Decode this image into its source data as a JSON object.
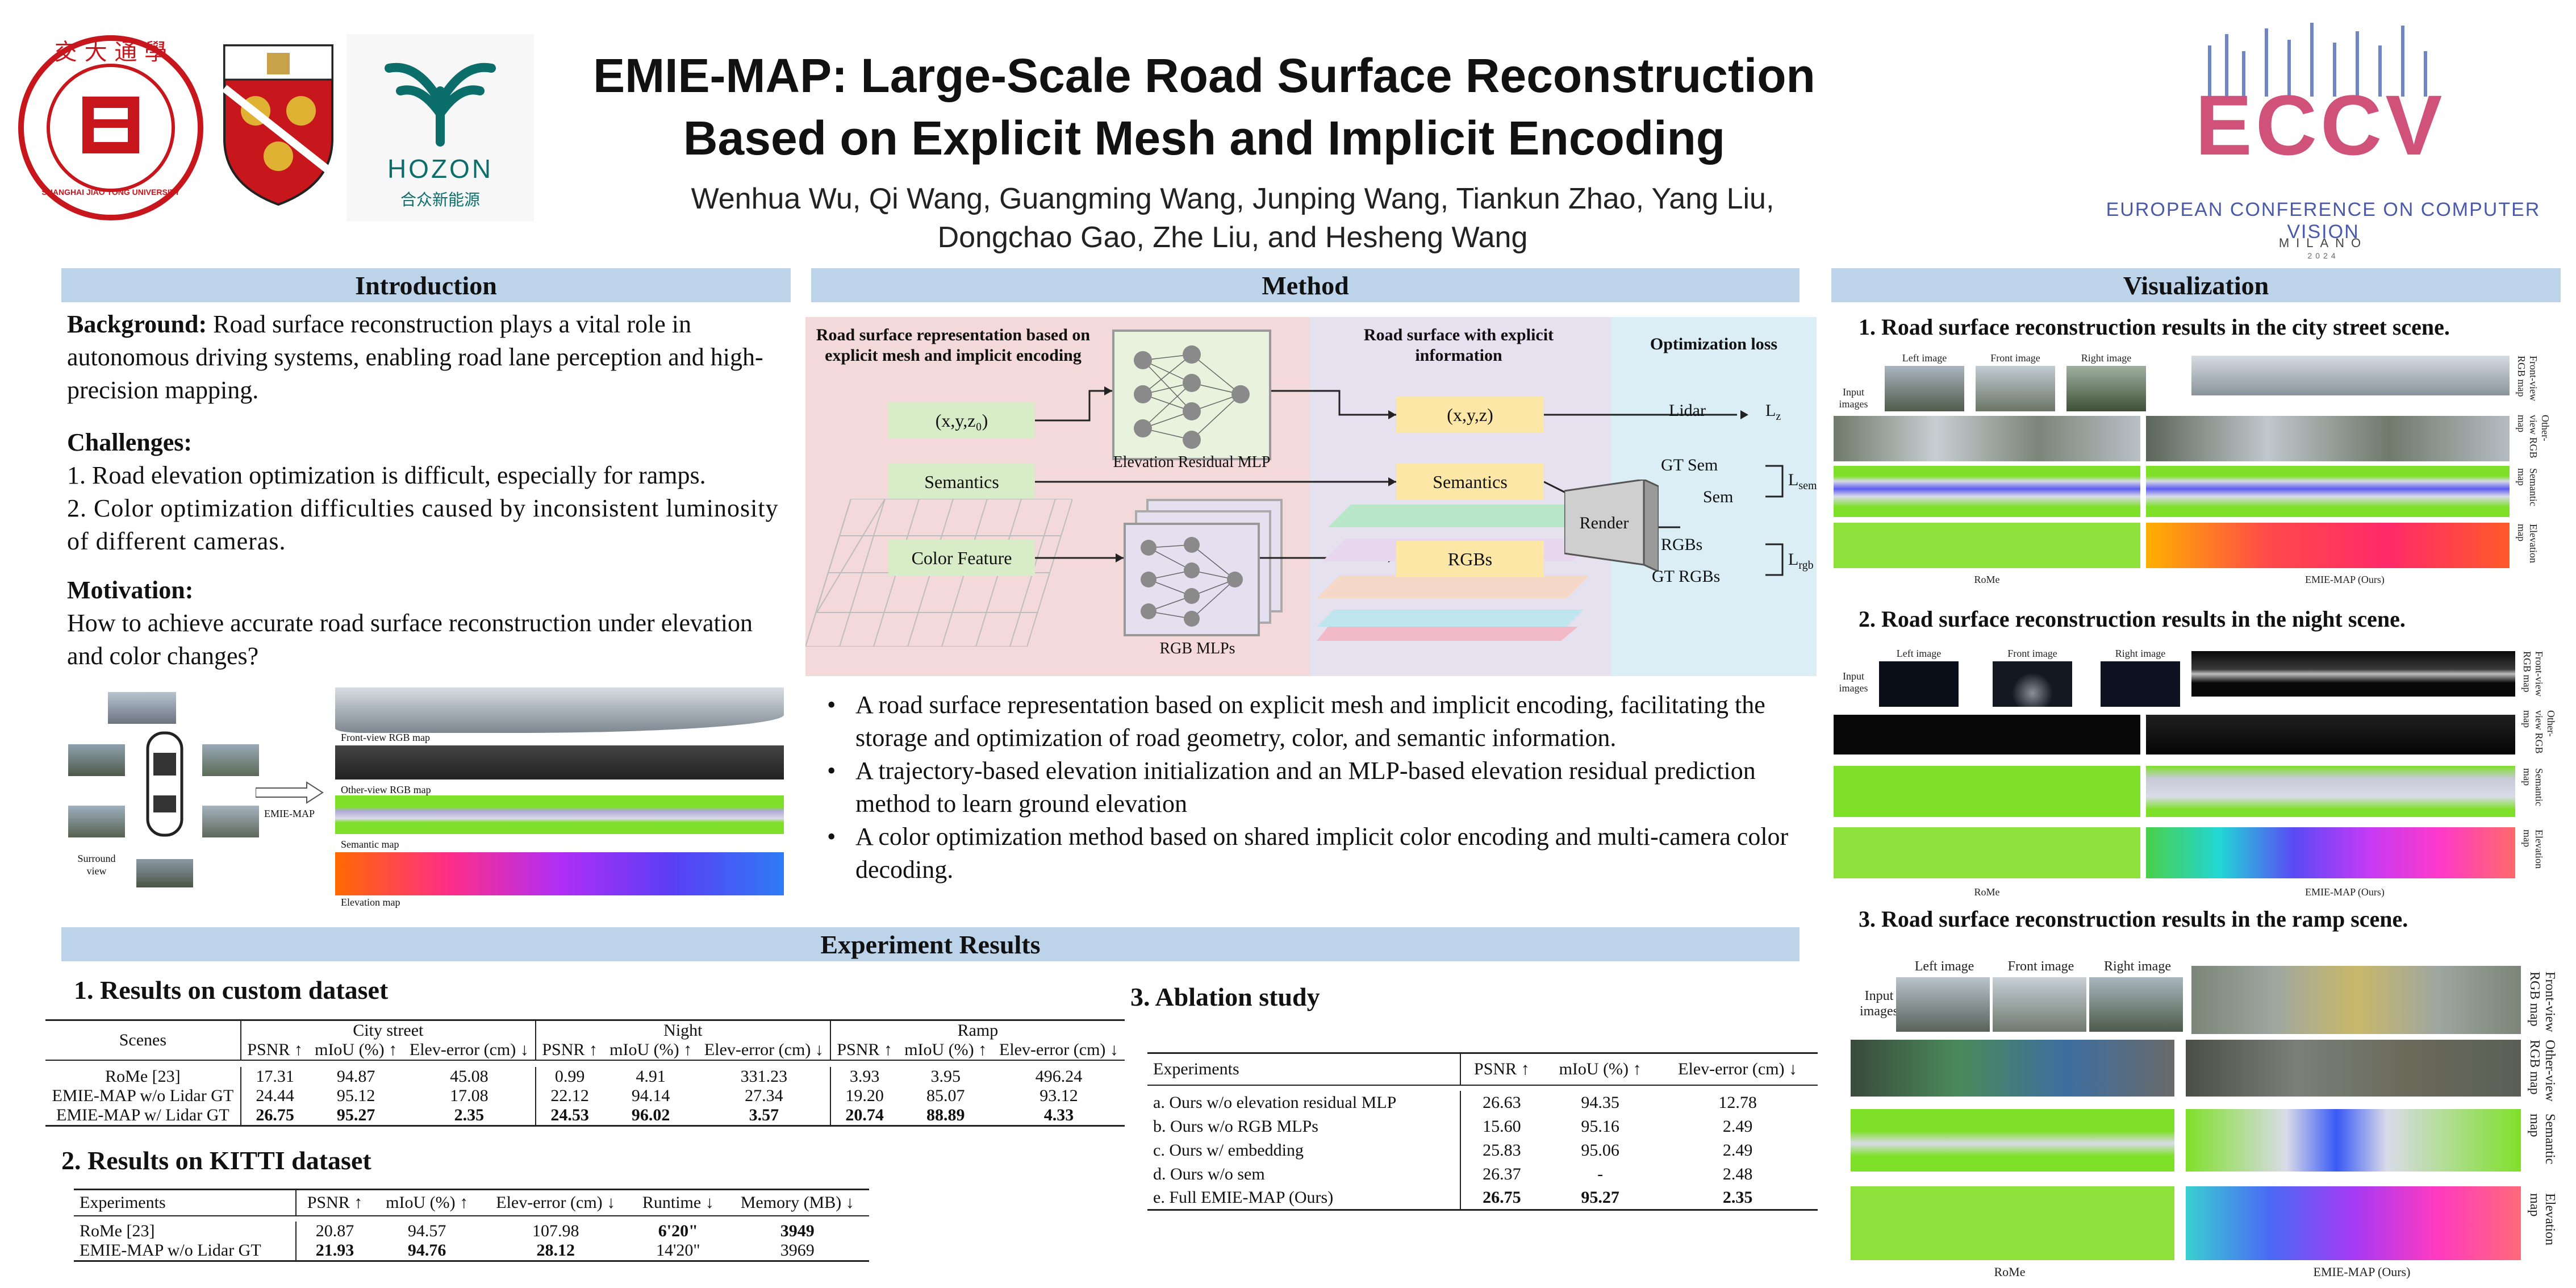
{
  "header": {
    "title_line1": "EMIE-MAP: Large-Scale Road Surface Reconstruction",
    "title_line2": "Based on  Explicit Mesh and Implicit Encoding",
    "authors_line1": "Wenhua Wu, Qi Wang, Guangming Wang, Junping Wang, Tiankun Zhao, Yang Liu,",
    "authors_line2": "Dongchao Gao, Zhe Liu, and Hesheng Wang",
    "logo_sjtu": "SHANGHAI JIAO TONG UNIVERSITY",
    "logo_hozon": "HOZON",
    "logo_hozon_sub": "合众新能源",
    "eccv_word": "ECCV",
    "eccv_full": "EUROPEAN CONFERENCE ON COMPUTER VISION",
    "eccv_city": "MILANO",
    "eccv_year": "2024"
  },
  "intro": {
    "banner": "Introduction",
    "background_label": "Background:",
    "background_text": " Road surface reconstruction plays a vital role in autonomous driving systems, enabling road lane perception and high-precision mapping.",
    "challenges_label": "Challenges:",
    "challenge_1": "1. Road elevation optimization is difficult, especially for ramps.",
    "challenge_2": "2. Color optimization difficulties caused by inconsistent luminosity of different cameras.",
    "motivation_label": "Motivation:",
    "motivation_text": "How to achieve accurate road surface reconstruction under elevation and color changes?",
    "fig_surround": "Surround view",
    "fig_emie": "EMIE-MAP",
    "fig_front": "Front-view RGB map",
    "fig_other": "Other-view RGB map",
    "fig_sem": "Semantic map",
    "fig_elev": "Elevation map"
  },
  "method": {
    "banner": "Method",
    "panel1_title": "Road surface representation based on explicit mesh and implicit encoding",
    "panel2_title": "Road surface with explicit information",
    "panel3_title": "Optimization loss",
    "in_xyz0": "(x,y,z₀)",
    "in_sem": "Semantics",
    "in_color": "Color Feature",
    "mlp_elev": "Elevation Residual MLP",
    "mlp_rgb": "RGB MLPs",
    "out_xyz": "(x,y,z)",
    "out_sem": "Semantics",
    "out_rgb": "RGBs",
    "render": "Render",
    "lidar": "Lidar",
    "gt_sem": "GT Sem",
    "sem": "Sem",
    "rgbs": "RGBs",
    "gt_rgbs": "GT RGBs",
    "loss_z": "Lz",
    "loss_sem": "Lsem",
    "loss_rgb": "Lrgb",
    "bullets": [
      "A road surface representation based on explicit mesh and implicit encoding, facilitating the storage and optimization of road geometry, color, and semantic information.",
      "A trajectory-based elevation initialization and an MLP-based elevation residual prediction method to learn ground elevation",
      "A color optimization method based on shared implicit color encoding and multi-camera color decoding."
    ]
  },
  "experiments": {
    "banner": "Experiment Results",
    "t1_title": "1. Results on custom dataset",
    "t1_groups": [
      "City street",
      "Night",
      "Ramp"
    ],
    "t1_scene_header": "Scenes",
    "t1_metric_headers": [
      "PSNR ↑",
      "mIoU (%) ↑",
      "Elev-error (cm) ↓"
    ],
    "t1_rows": [
      {
        "name": "RoMe  [23]",
        "vals": [
          "17.31",
          "94.87",
          "45.08",
          "0.99",
          "4.91",
          "331.23",
          "3.93",
          "3.95",
          "496.24"
        ]
      },
      {
        "name": "EMIE-MAP w/o Lidar GT",
        "vals": [
          "24.44",
          "95.12",
          "17.08",
          "22.12",
          "94.14",
          "27.34",
          "19.20",
          "85.07",
          "93.12"
        ]
      },
      {
        "name": "EMIE-MAP w/ Lidar GT",
        "vals": [
          "26.75",
          "95.27",
          "2.35",
          "24.53",
          "96.02",
          "3.57",
          "20.74",
          "88.89",
          "4.33"
        ]
      }
    ],
    "t2_title": "2. Results on KITTI dataset",
    "t2_headers": [
      "Experiments",
      "PSNR ↑",
      "mIoU (%) ↑",
      "Elev-error (cm) ↓",
      "Runtime ↓",
      "Memory (MB) ↓"
    ],
    "t2_rows": [
      {
        "name": "RoMe [23]",
        "vals": [
          "20.87",
          "94.57",
          "107.98",
          "6'20\"",
          "3949"
        ]
      },
      {
        "name": "EMIE-MAP w/o Lidar GT",
        "vals": [
          "21.93",
          "94.76",
          "28.12",
          "14'20\"",
          "3969"
        ]
      }
    ],
    "t3_title": "3. Ablation study",
    "t3_headers": [
      "Experiments",
      "PSNR ↑",
      "mIoU (%) ↑",
      "Elev-error (cm) ↓"
    ],
    "t3_rows": [
      {
        "name": "a. Ours w/o elevation residual MLP",
        "vals": [
          "26.63",
          "94.35",
          "12.78"
        ]
      },
      {
        "name": "b. Ours w/o RGB MLPs",
        "vals": [
          "15.60",
          "95.16",
          "2.49"
        ]
      },
      {
        "name": "c. Ours w/ embedding",
        "vals": [
          "25.83",
          "95.06",
          "2.49"
        ]
      },
      {
        "name": "d. Ours w/o sem",
        "vals": [
          "26.37",
          "-",
          "2.48"
        ]
      },
      {
        "name": "e. Full EMIE-MAP (Ours)",
        "vals": [
          "26.75",
          "95.27",
          "2.35"
        ]
      }
    ]
  },
  "visual": {
    "banner": "Visualization",
    "v1_title": "1. Road surface reconstruction results in the city street scene.",
    "v2_title": "2. Road surface reconstruction results in the night scene.",
    "v3_title": "3. Road surface reconstruction results in the ramp scene.",
    "input_images": "Input images",
    "left_image": "Left image",
    "front_image": "Front image",
    "right_image": "Right image",
    "rome": "RoMe",
    "emie_ours": "EMIE-MAP (Ours)",
    "front_view": "Front-view RGB map",
    "other_view": "Other-view RGB map",
    "semantic": "Semantic map",
    "elevation": "Elevation map"
  },
  "colors": {
    "banner": "#bcd3ea",
    "sjtu_red": "#c8161d",
    "hozon_teal": "#0b6e6b",
    "panel_pink": "#f3d9d9",
    "panel_lilac": "#e6e1ef",
    "panel_blue": "#dbeef5",
    "box_green": "#d7ecc7",
    "box_yellow": "#fde7a6",
    "sem_green": "#7fe02a"
  }
}
